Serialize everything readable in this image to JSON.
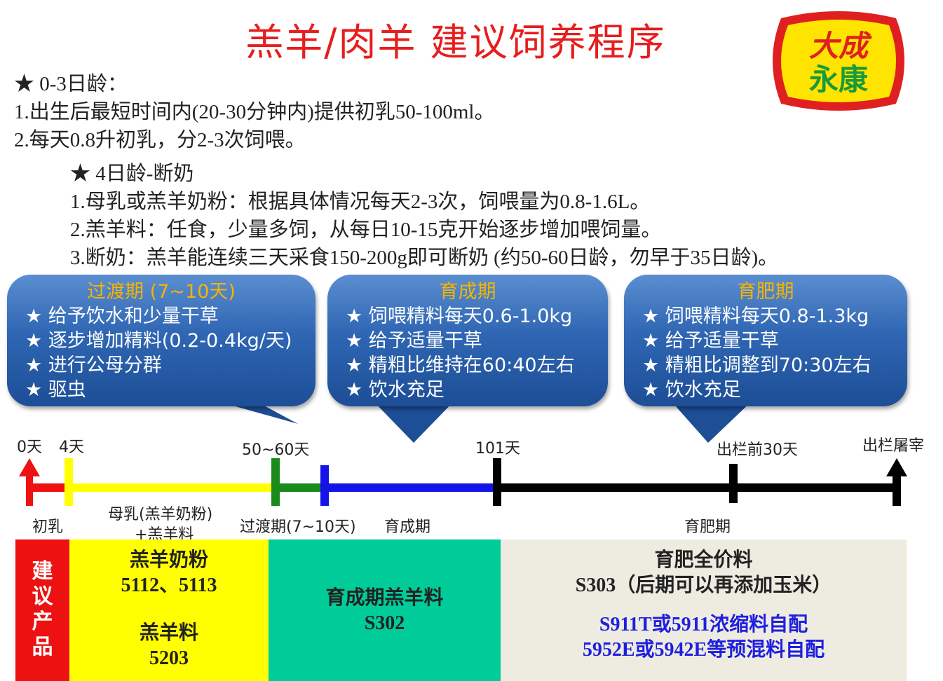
{
  "title": "羔羊/肉羊  建议饲养程序",
  "logo": {
    "line1": "大成",
    "line2": "永康"
  },
  "section1": {
    "heading": "★ 0-3日龄：",
    "items": [
      "1.出生后最短时间内(20-30分钟内)提供初乳50-100ml。",
      "2.每天0.8升初乳，分2-3次饲喂。"
    ]
  },
  "section2": {
    "heading": "★ 4日龄-断奶",
    "items": [
      "1.母乳或羔羊奶粉：根据具体情况每天2-3次，饲喂量为0.8-1.6L。",
      "2.羔羊料：任食，少量多饲，从每日10-15克开始逐步增加喂饲量。",
      "3.断奶：羔羊能连续三天采食150-200g即可断奶 (约50-60日龄，勿早于35日龄)。"
    ]
  },
  "bubbles": [
    {
      "title": "过渡期 (7~10天)",
      "items": [
        "★ 给予饮水和少量干草",
        "★ 逐步增加精料(0.2-0.4kg/天)",
        "★ 进行公母分群",
        "★ 驱虫"
      ]
    },
    {
      "title": "育成期",
      "items": [
        "★ 饲喂精料每天0.6-1.0kg",
        "★ 给予适量干草",
        "★ 精粗比维持在60:40左右",
        "★ 饮水充足"
      ]
    },
    {
      "title": "育肥期",
      "items": [
        "★ 饲喂精料每天0.8-1.3kg",
        "★ 给予适量干草",
        "★ 精粗比调整到70:30左右",
        "★ 饮水充足"
      ]
    }
  ],
  "timeline": {
    "top_labels": [
      "0天",
      "4天",
      "50~60天",
      "101天",
      "出栏前30天",
      "出栏屠宰"
    ],
    "bottom_labels": [
      "初乳",
      "母乳(羔羊奶粉)",
      "+羔羊料",
      "过渡期(7~10天)",
      "育成期",
      "育肥期"
    ]
  },
  "products": {
    "label": [
      "建",
      "议",
      "产",
      "品"
    ],
    "col1": [
      "羔羊奶粉",
      "5112、5113",
      "羔羊料",
      "5203"
    ],
    "col2": [
      "育成期羔羊料",
      "S302"
    ],
    "col3": [
      "育肥全价料",
      "S303（后期可以再添加玉米）"
    ],
    "col3_blue": [
      "S911T或5911浓缩料自配",
      "5952E或5942E等预混料自配"
    ]
  },
  "colors": {
    "title": "#e61e1e",
    "bubble_title": "#f5b400",
    "red": "#ee1111",
    "yellow": "#ffff00",
    "green": "#00cc99",
    "grey": "#eeece1",
    "blue_text": "#1f1fe0"
  }
}
